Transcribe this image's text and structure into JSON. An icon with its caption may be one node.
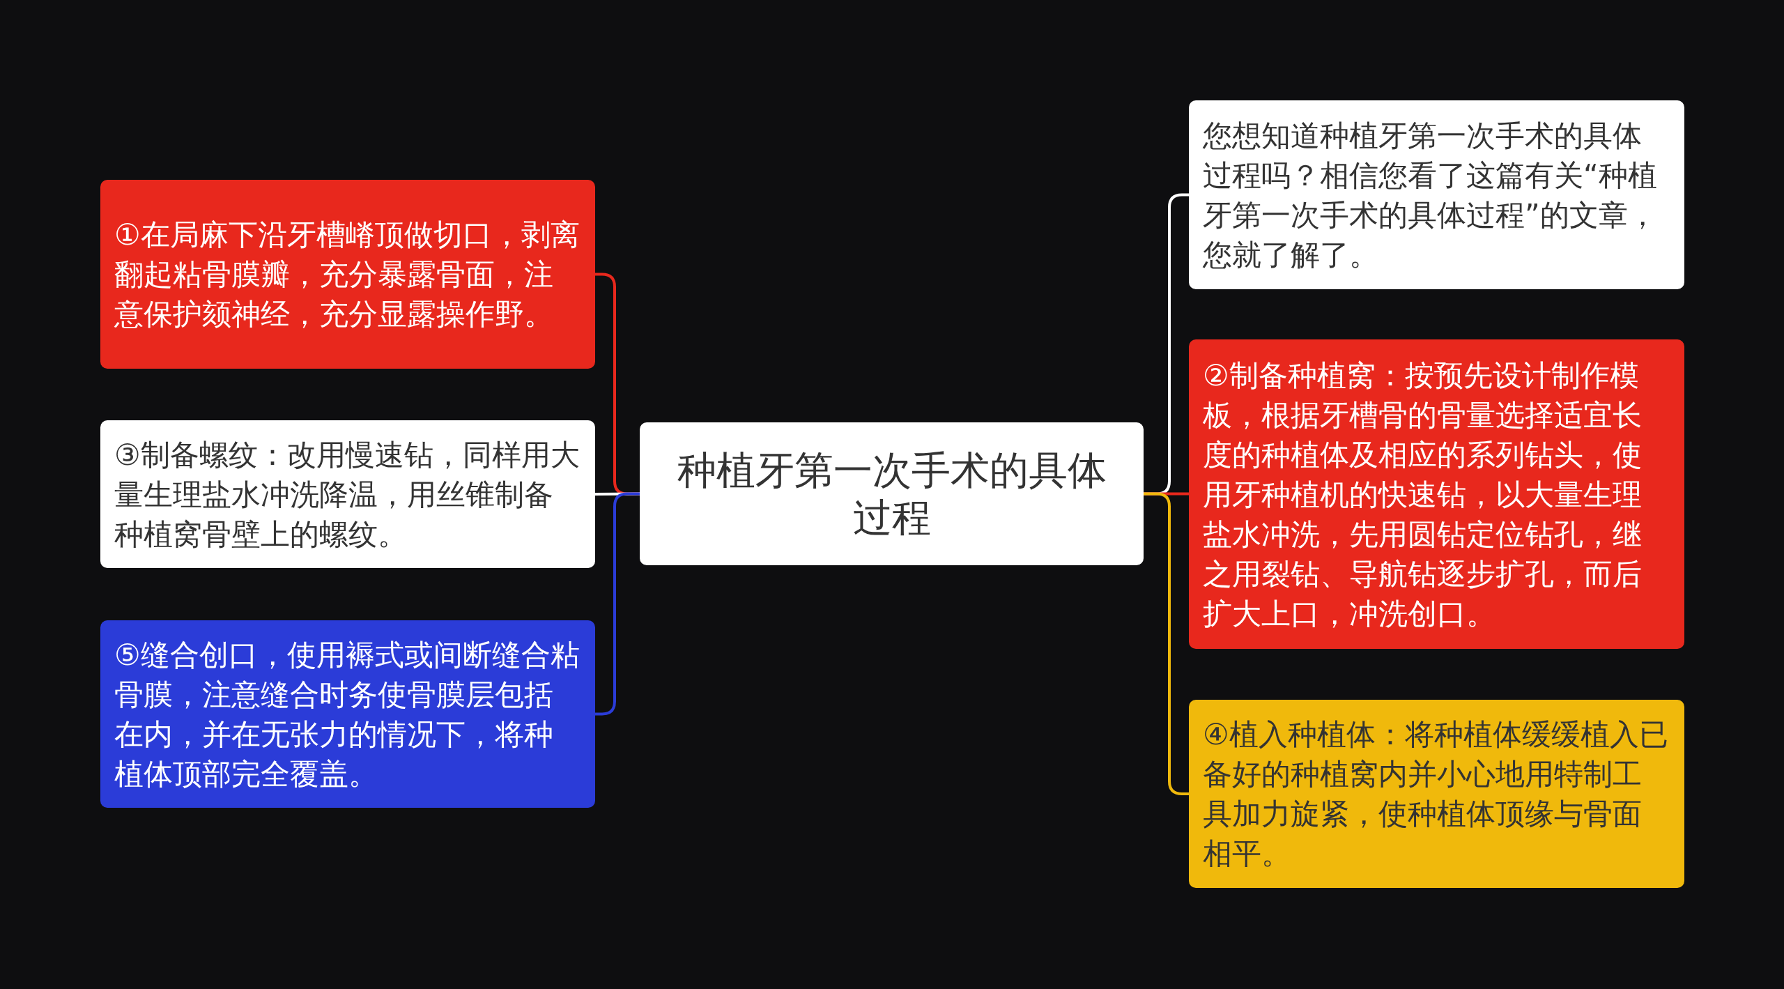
{
  "diagram": {
    "nodes": [
      {
        "text": [
          "种植牙第一次手术的具体过程"
        ]
      },
      {
        "text": [
          "①在局麻下沿牙槽嵴顶做切口，剥离翻起粘骨膜瓣，充分暴露骨面，注意保护颏神经，充分显露操作野。"
        ]
      },
      {
        "text": [
          "③制备螺纹：改用慢速钻，同样用大量生理盐水冲洗降温，用丝锥制备种植窝骨壁上的螺纹。"
        ]
      },
      {
        "text": [
          "⑤缝合创口，使用褥式或间断缝合粘骨膜，注意缝合时务使骨膜层包括在内，并在无张力的情况下，将种植体顶部完全覆盖。"
        ]
      },
      {
        "text": [
          "您想知道种植牙第一次手术的具体过程吗？相信您看了这篇有关“种植牙第一次手术的具体过程”的文章，您就了解了。"
        ]
      },
      {
        "text": [
          "②制备种植窝：按预先设计制作模板，根据牙槽骨的骨量选择适宜长度的种植体及相应的系列钻头，使用牙种植机的快速钻，以大量生理盐水冲洗，先用圆钻定位钻孔，继之用裂钻、导航钻逐步扩孔，而后扩大上口，冲洗创口。"
        ]
      },
      {
        "text": [
          "④植入种植体：将种植体缓缓植入已备好的种植窝内并小心地用特制工具加力旋紧，使种植体顶缘与骨面相平。"
        ]
      }
    ],
    "edges": [
      {
        "from": 0,
        "to": 1,
        "arrow": "none",
        "color": "#e8281d"
      },
      {
        "from": 0,
        "to": 2,
        "arrow": "none",
        "color": "#ffffff"
      },
      {
        "from": 0,
        "to": 3,
        "arrow": "none",
        "color": "#2b3cd8"
      },
      {
        "from": 0,
        "to": 4,
        "arrow": "none",
        "color": "#ffffff"
      },
      {
        "from": 0,
        "to": 5,
        "arrow": "none",
        "color": "#e8281d"
      },
      {
        "from": 0,
        "to": 6,
        "arrow": "none",
        "color": "#f0b90c"
      }
    ]
  }
}
